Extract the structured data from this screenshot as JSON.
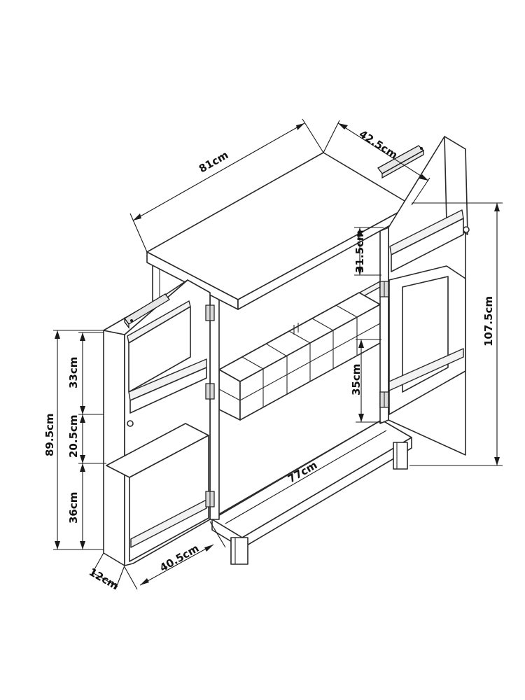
{
  "diagram": {
    "dimensions": {
      "top_width": "81cm",
      "depth": "42.5cm",
      "total_height": "107.5cm",
      "door_height": "89.5cm",
      "door_upper_shelf": "33cm",
      "door_middle_gap": "20.5cm",
      "door_lower_section": "36cm",
      "door_depth": "12cm",
      "door_width": "40.5cm",
      "top_compartment": "31.5cm",
      "wine_rack_height": "35cm",
      "base_width": "77cm"
    }
  }
}
